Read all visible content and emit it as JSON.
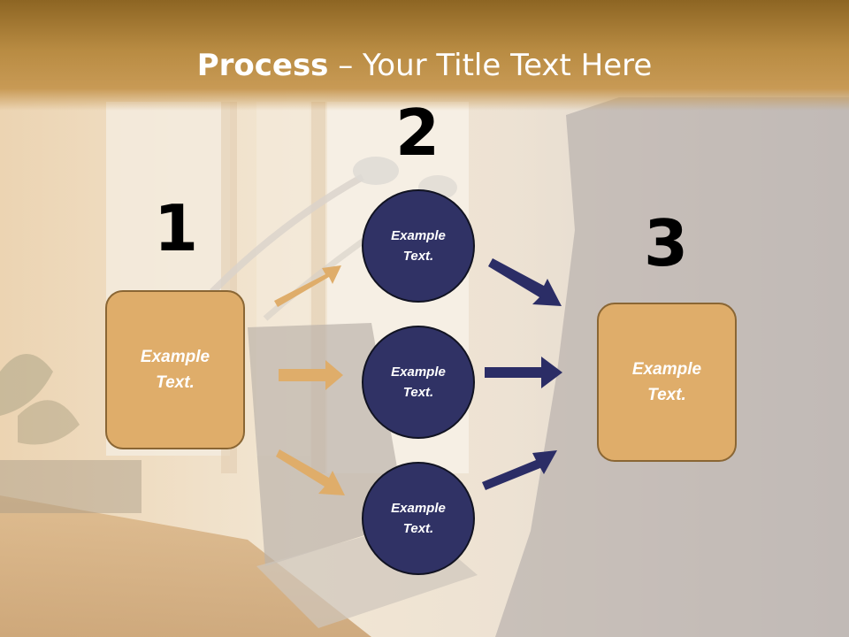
{
  "slide": {
    "title_bold": "Process",
    "title_rest": " – Your Title Text Here",
    "steps": [
      {
        "number": "1",
        "text_line1": "Example",
        "text_line2": "Text."
      },
      {
        "number": "2"
      },
      {
        "number": "3",
        "text_line1": "Example",
        "text_line2": "Text."
      }
    ],
    "circles": [
      {
        "text_line1": "Example",
        "text_line2": "Text."
      },
      {
        "text_line1": "Example",
        "text_line2": "Text."
      },
      {
        "text_line1": "Example",
        "text_line2": "Text."
      }
    ]
  },
  "colors": {
    "header_gold": "#b88b42",
    "box_fill": "#dfad6a",
    "box_border": "#8a6634",
    "circle_fill": "#303265",
    "arrow_gold": "#dfad6a",
    "arrow_navy": "#2b2d66"
  }
}
